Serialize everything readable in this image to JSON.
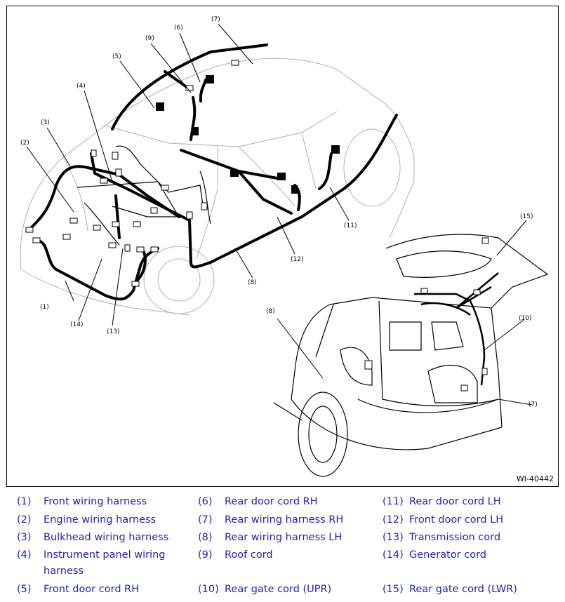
{
  "figure": {
    "id": "WI-40442",
    "callouts": [
      "(1)",
      "(2)",
      "(3)",
      "(4)",
      "(5)",
      "(6)",
      "(7)",
      "(8)",
      "(9)",
      "(10)",
      "(11)",
      "(12)",
      "(13)",
      "(14)",
      "(15)",
      "(8)",
      "(7)"
    ]
  },
  "legend": [
    {
      "num": "(1)",
      "label": "Front wiring harness"
    },
    {
      "num": "(2)",
      "label": "Engine wiring harness"
    },
    {
      "num": "(3)",
      "label": "Bulkhead wiring harness"
    },
    {
      "num": "(4)",
      "label": "Instrument panel wiring harness"
    },
    {
      "num": "(5)",
      "label": "Front door cord RH"
    },
    {
      "num": "(6)",
      "label": "Rear door cord RH"
    },
    {
      "num": "(7)",
      "label": "Rear wiring harness RH"
    },
    {
      "num": "(8)",
      "label": "Rear wiring harness LH"
    },
    {
      "num": "(9)",
      "label": "Roof cord"
    },
    {
      "num": "(10)",
      "label": "Rear gate cord (UPR)"
    },
    {
      "num": "(11)",
      "label": "Rear door cord LH"
    },
    {
      "num": "(12)",
      "label": "Front door cord LH"
    },
    {
      "num": "(13)",
      "label": "Transmission cord"
    },
    {
      "num": "(14)",
      "label": "Generator cord"
    },
    {
      "num": "(15)",
      "label": "Rear gate cord (LWR)"
    }
  ]
}
